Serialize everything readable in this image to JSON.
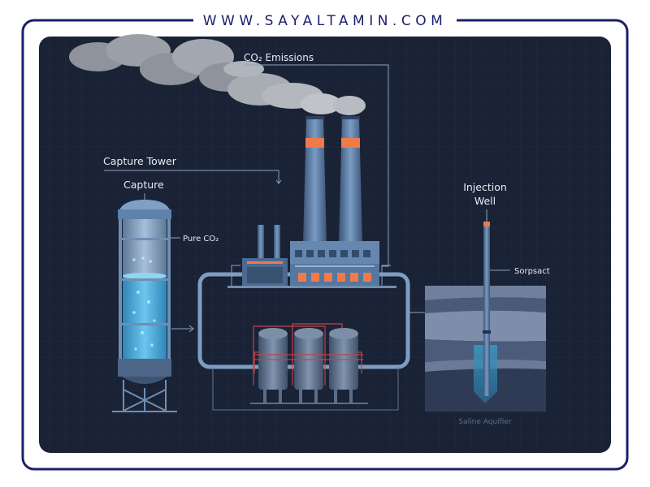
{
  "watermark": {
    "text": "WWW.SAYALTAMIN.COM",
    "color": "#1c1f6b"
  },
  "labels": {
    "co2_emissions": "CO₂ Emissions",
    "capture_tower": "Capture Tower",
    "capture": "Capture",
    "pure_co2": "Pure CO₂",
    "injection_line1": "Injection",
    "injection_line2": "Well",
    "sorpsact": "Sorpsact",
    "saline_aquifier": "Saline Aquifier"
  },
  "colors": {
    "background": "#1a2236",
    "steel": "#5a7aa0",
    "accent_orange": "#f07a4a",
    "liquid": "#4fb0dc",
    "pipe_red": "#c0444a"
  }
}
